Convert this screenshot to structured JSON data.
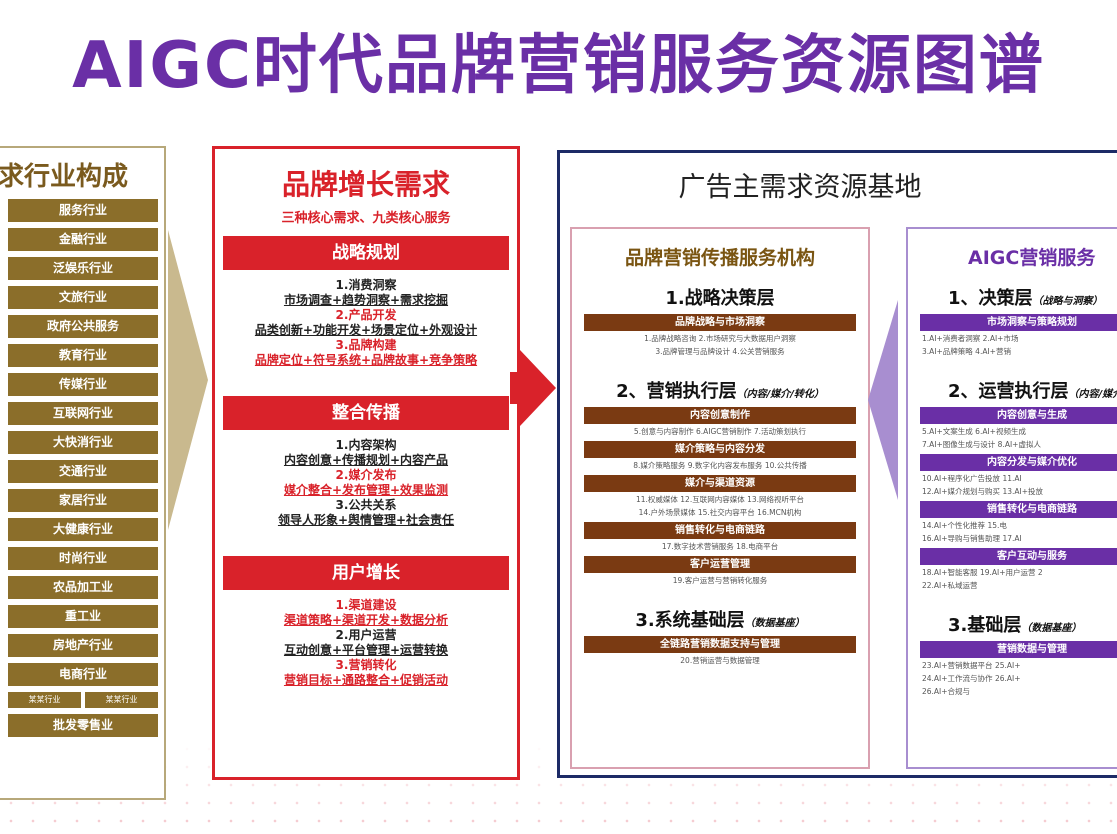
{
  "title": "AIGC时代品牌营销服务资源图谱",
  "industries": {
    "header": "求行业构成",
    "items": [
      "服务行业",
      "金融行业",
      "泛娱乐行业",
      "文旅行业",
      "政府公共服务",
      "教育行业",
      "传媒行业",
      "互联网行业",
      "大快消行业",
      "交通行业",
      "家居行业",
      "大健康行业",
      "时尚行业",
      "农品加工业",
      "重工业",
      "房地产行业",
      "电商行业"
    ],
    "small_pair": [
      "某某行业",
      "某某行业"
    ],
    "last": "批发零售业"
  },
  "demand": {
    "title": "品牌增长需求",
    "subtitle": "三种核心需求、九类核心服务",
    "sections": [
      {
        "bar": "战略规划",
        "lines": [
          {
            "t": "1.消费洞察",
            "c": "b"
          },
          {
            "t": "市场调查+趋势洞察+需求挖掘",
            "c": "bu"
          },
          {
            "t": "2.产品开发",
            "c": "r"
          },
          {
            "t": "品类创新+功能开发+场景定位+外观设计",
            "c": "bu"
          },
          {
            "t": "3.品牌构建",
            "c": "r"
          },
          {
            "t": "品牌定位+符号系统+品牌故事+竞争策略",
            "c": "ru"
          }
        ]
      },
      {
        "bar": "整合传播",
        "lines": [
          {
            "t": "1.内容架构",
            "c": "b"
          },
          {
            "t": "内容创意+传播规划+内容产品",
            "c": "bu"
          },
          {
            "t": "2.媒介发布",
            "c": "r"
          },
          {
            "t": "媒介整合+发布管理+效果监测",
            "c": "ru"
          },
          {
            "t": "3.公共关系",
            "c": "b"
          },
          {
            "t": "领导人形象+舆情管理+社会责任",
            "c": "bu"
          }
        ]
      },
      {
        "bar": "用户增长",
        "lines": [
          {
            "t": "1.渠道建设",
            "c": "r"
          },
          {
            "t": "渠道策略+渠道开发+数据分析",
            "c": "ru"
          },
          {
            "t": "2.用户运营",
            "c": "b"
          },
          {
            "t": "互动创意+平台管理+运营转换",
            "c": "bu"
          },
          {
            "t": "3.营销转化",
            "c": "r"
          },
          {
            "t": "营销目标+通路整合+促销活动",
            "c": "ru"
          }
        ]
      }
    ]
  },
  "base": {
    "title": "广告主需求资源基地",
    "agency": {
      "title": "品牌营销传播服务机构",
      "levels": [
        {
          "title": "1.战略决策层",
          "note": "",
          "bars": [
            {
              "label": "品牌战略与市场洞察",
              "items": [
                "1.品牌战略咨询  2.市场研究与大数据用户洞察",
                "3.品牌管理与品牌设计  4.公关营销服务"
              ]
            }
          ]
        },
        {
          "title": "2、营销执行层",
          "note": "（内容/媒介/转化）",
          "bars": [
            {
              "label": "内容创意制作",
              "items": [
                "5.创意与内容制作  6.AIGC营销制作  7.活动策划执行"
              ]
            },
            {
              "label": "媒介策略与内容分发",
              "items": [
                "8.媒介策略服务  9.数字化内容发布服务  10.公共传播"
              ]
            },
            {
              "label": "媒介与渠道资源",
              "items": [
                "11.权威媒体  12.互联网内容媒体  13.网络视听平台",
                "14.户外场景媒体  15.社交内容平台  16.MCN机构"
              ]
            },
            {
              "label": "销售转化与电商链路",
              "items": [
                "17.数字技术营销服务  18.电商平台"
              ]
            },
            {
              "label": "客户运营管理",
              "items": [
                "19.客户运营与营销转化服务"
              ]
            }
          ]
        },
        {
          "title": "3.系统基础层",
          "note": "（数据基座）",
          "bars": [
            {
              "label": "全链路营销数据支持与管理",
              "items": [
                "20.营销运营与数据管理"
              ]
            }
          ]
        }
      ]
    },
    "aigc": {
      "title": "AIGC营销服务",
      "levels": [
        {
          "title": "1、决策层",
          "note": "（战略与洞察）",
          "bars": [
            {
              "label": "市场洞察与策略规划",
              "items": [
                "1.AI+消费者洞察  2.AI+市场",
                "3.AI+品牌策略  4.AI+营销"
              ]
            }
          ]
        },
        {
          "title": "2、运营执行层",
          "note": "（内容/媒介）",
          "bars": [
            {
              "label": "内容创意与生成",
              "items": [
                "5.AI+文案生成  6.AI+视频生成",
                "7.AI+图像生成与设计  8.AI+虚拟人"
              ]
            },
            {
              "label": "内容分发与媒介优化",
              "items": [
                "10.AI+程序化广告投放  11.AI",
                "12.AI+媒介规划与购买  13.AI+投放"
              ]
            },
            {
              "label": "销售转化与电商链路",
              "items": [
                "14.AI+个性化推荐  15.电",
                "16.AI+导购与销售助理  17.AI"
              ]
            },
            {
              "label": "客户互动与服务",
              "items": [
                "18.AI+智能客服  19.AI+用户运营  2",
                "22.AI+私域运营"
              ]
            }
          ]
        },
        {
          "title": "3.基础层",
          "note": "（数据基座）",
          "bars": [
            {
              "label": "营销数据与管理",
              "items": [
                "23.AI+营销数据平台  25.AI+",
                "24.AI+工作流与协作  26.AI+",
                "26.AI+合规与"
              ]
            }
          ]
        }
      ]
    }
  }
}
